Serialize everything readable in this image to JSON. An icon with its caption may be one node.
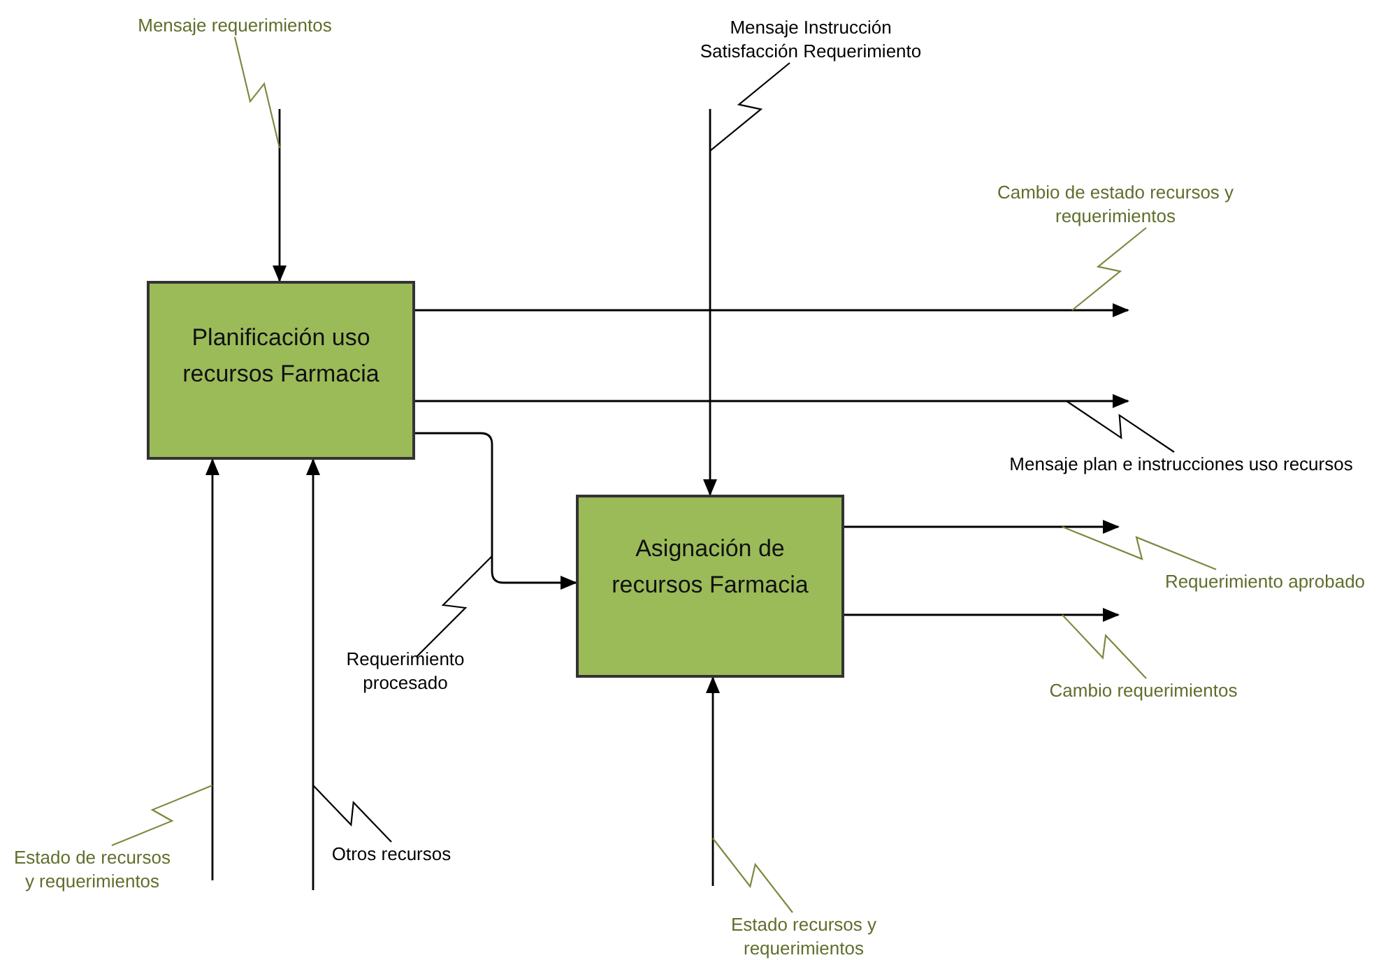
{
  "diagram": {
    "nodes": [
      {
        "text": [
          "Planificación uso recursos Farmacia"
        ]
      },
      {
        "text": [
          "Asignación de recursos Farmacia"
        ]
      },
      {
        "text": [
          "Mensaje requerimientos"
        ]
      },
      {
        "text": [
          "Mensaje Instrucción Satisfacción Requerimiento"
        ]
      },
      {
        "text": [
          "Cambio de estado recursos y requerimientos"
        ]
      },
      {
        "text": [
          "Mensaje plan e instrucciones uso recursos"
        ]
      },
      {
        "text": [
          "Requerimiento procesado"
        ]
      },
      {
        "text": [
          "Requerimiento aprobado"
        ]
      },
      {
        "text": [
          "Cambio requerimientos"
        ]
      },
      {
        "text": [
          "Estado de recursos y requerimientos"
        ]
      },
      {
        "text": [
          "Otros recursos"
        ]
      },
      {
        "text": [
          "Estado recursos y requerimientos"
        ]
      }
    ],
    "edges": [
      {
        "from": null,
        "to": 0,
        "arrow": "to"
      },
      {
        "from": null,
        "to": 1,
        "arrow": "to"
      },
      {
        "from": 0,
        "to": null,
        "arrow": "to"
      },
      {
        "from": 0,
        "to": null,
        "arrow": "to"
      },
      {
        "from": 0,
        "to": 1,
        "arrow": "to"
      },
      {
        "from": 1,
        "to": null,
        "arrow": "to"
      },
      {
        "from": 1,
        "to": null,
        "arrow": "to"
      },
      {
        "from": null,
        "to": 0,
        "arrow": "to"
      },
      {
        "from": null,
        "to": 0,
        "arrow": "to"
      },
      {
        "from": null,
        "to": 1,
        "arrow": "to"
      },
      {
        "from": 2,
        "to": null,
        "arrow": "none",
        "color": "#7a8a40"
      },
      {
        "from": 3,
        "to": null,
        "arrow": "none"
      },
      {
        "from": 4,
        "to": null,
        "arrow": "none",
        "color": "#7a8a40"
      },
      {
        "from": 5,
        "to": null,
        "arrow": "none"
      },
      {
        "from": 6,
        "to": null,
        "arrow": "none"
      },
      {
        "from": 7,
        "to": null,
        "arrow": "none",
        "color": "#7a8a40"
      },
      {
        "from": 8,
        "to": null,
        "arrow": "none",
        "color": "#7a8a40"
      },
      {
        "from": 9,
        "to": null,
        "arrow": "none",
        "color": "#7a8a40"
      },
      {
        "from": 10,
        "to": null,
        "arrow": "none"
      },
      {
        "from": 11,
        "to": null,
        "arrow": "none",
        "color": "#7a8a40"
      }
    ]
  }
}
